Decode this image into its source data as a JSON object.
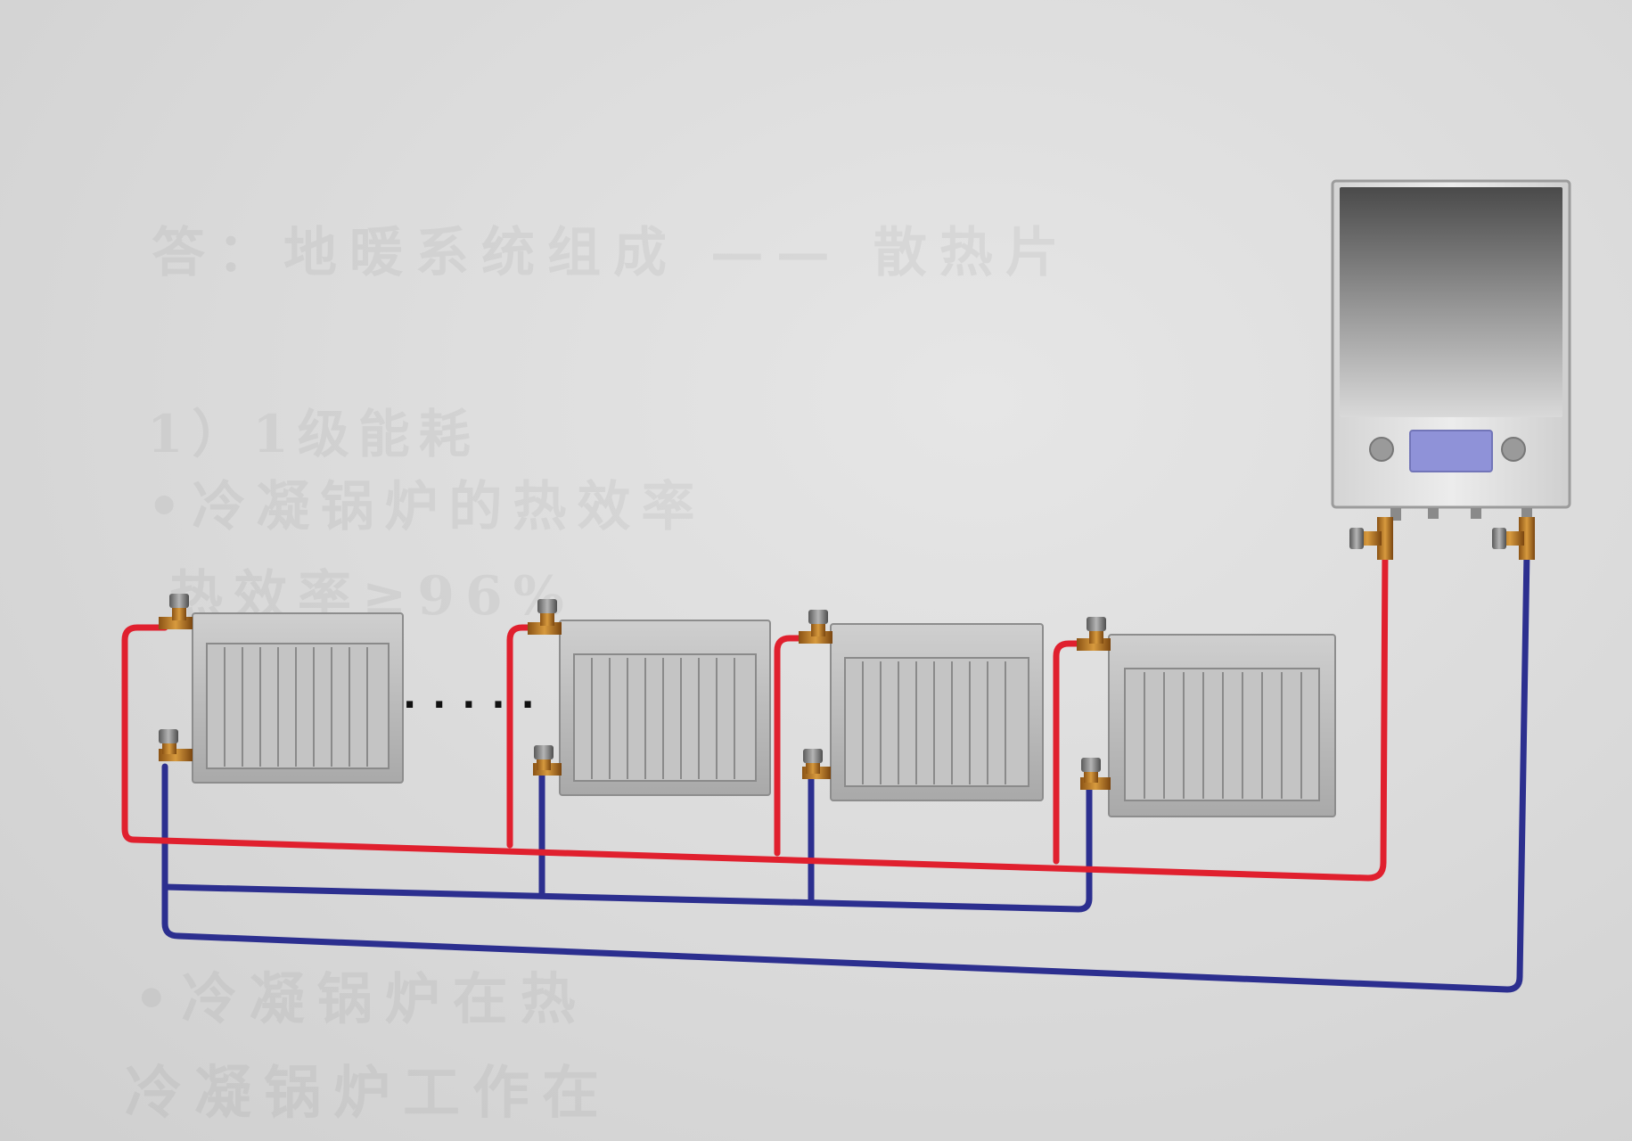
{
  "background_text": {
    "line_1": "答：地暖系统组成 —— 散热片",
    "line_2": "1）1级能耗",
    "line_3": "•冷凝锅炉的热效率",
    "line_4": "热效率≥96%",
    "line_5": "•冷凝锅炉在热",
    "line_6": "冷凝锅炉工作在"
  },
  "diagram": {
    "colors": {
      "supply_pipe": "#e0202e",
      "return_pipe": "#2c2f8f",
      "valve": "#c9812a",
      "radiator": "#b9b9b9"
    },
    "continuation_symbol": "· · · · ·"
  }
}
